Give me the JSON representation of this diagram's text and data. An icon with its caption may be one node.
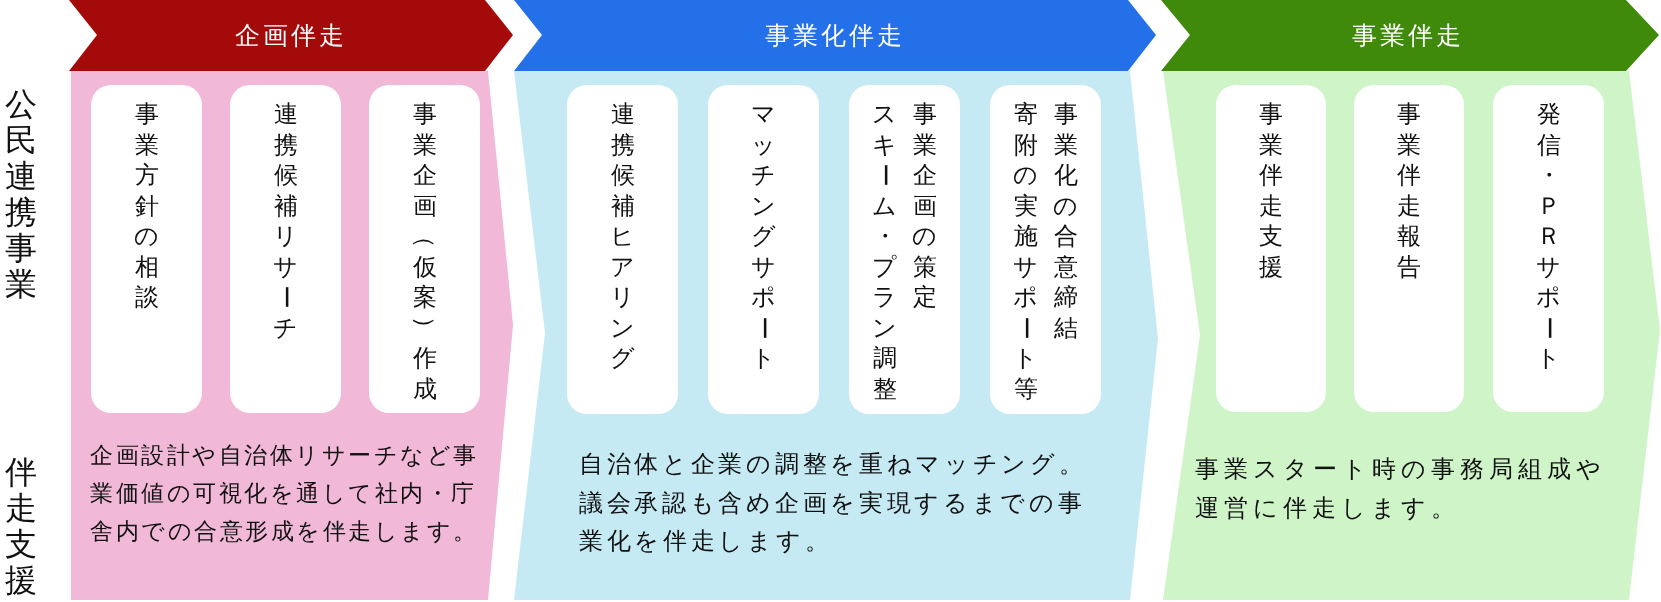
{
  "diagram": {
    "nodes": [
      {
        "text": [
          "企画伴走",
          "企画設計や自治体リサーチなど事業価値の可視化を通して社内・庁舎内での合意形成を伴走します。"
        ]
      },
      {
        "text": [
          "事業方針の相談"
        ],
        "in": 0
      },
      {
        "text": [
          "連携候補リサーチ"
        ],
        "in": 0
      },
      {
        "text": [
          "事業企画（仮案）作成"
        ],
        "in": 0
      },
      {
        "text": [
          "事業化伴走",
          "自治体と企業の調整を重ねマッチング。議会承認も含め企画を実現するまでの事業化を伴走します。"
        ]
      },
      {
        "text": [
          "連携候補ヒアリング"
        ],
        "in": 4
      },
      {
        "text": [
          "マッチングサポート"
        ],
        "in": 4
      },
      {
        "text": [
          "事業企画の策定",
          "スキーム・プラン調整"
        ],
        "in": 4
      },
      {
        "text": [
          "事業化の合意締結",
          "寄附の実施サポート等"
        ],
        "in": 4
      },
      {
        "text": [
          "事業伴走",
          "事業スタート時の事務局組成や運営に伴走します。"
        ]
      },
      {
        "text": [
          "事業伴走支援"
        ],
        "in": 9
      },
      {
        "text": [
          "事業伴走報告"
        ],
        "in": 9
      },
      {
        "text": [
          "発信・ＰＲサポート"
        ],
        "in": 9
      }
    ],
    "labels": [
      "公民連携事業",
      "伴走支援"
    ]
  }
}
